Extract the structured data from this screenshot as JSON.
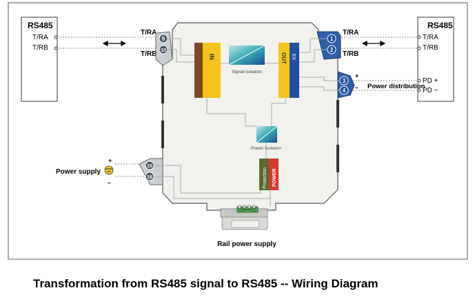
{
  "left_device": {
    "title": "RS485",
    "ports": [
      "T/RA",
      "T/RB"
    ]
  },
  "right_device": {
    "title": "RS485",
    "ports": [
      "T/RA",
      "T/RB",
      "PD +",
      "PD −"
    ]
  },
  "module": {
    "left_wire_labels": [
      "T/RA",
      "T/RB"
    ],
    "right_wire_labels": [
      "T/RA",
      "T/RB"
    ],
    "terminals": {
      "t9": "9",
      "t10": "10",
      "t1": "1",
      "t2": "2",
      "t3": "3",
      "t4": "4",
      "t15": "15",
      "t16": "16"
    },
    "in_label": "IN",
    "out_label": "OUT",
    "ex_label": "EX",
    "signal_isolation": "Signal isolation",
    "power_isolation": "Power isolation",
    "protection": "Protection",
    "power": "POWER"
  },
  "power_distribution": {
    "label": "Power distribution",
    "plus": "+",
    "minus": "–"
  },
  "power_supply": {
    "label": "Power supply",
    "plus": "+",
    "minus": "–"
  },
  "rail_power_supply": "Rail power supply",
  "caption": "Transformation from RS485 signal to RS485 -- Wiring Diagram",
  "colors": {
    "yellow": "#f3c51a",
    "brown": "#7b4a24",
    "blue": "#1f4fa0",
    "teal": "#4fb8bf",
    "red": "#d9392b",
    "green": "#5a6a2e",
    "body": "#f1f2ee"
  }
}
